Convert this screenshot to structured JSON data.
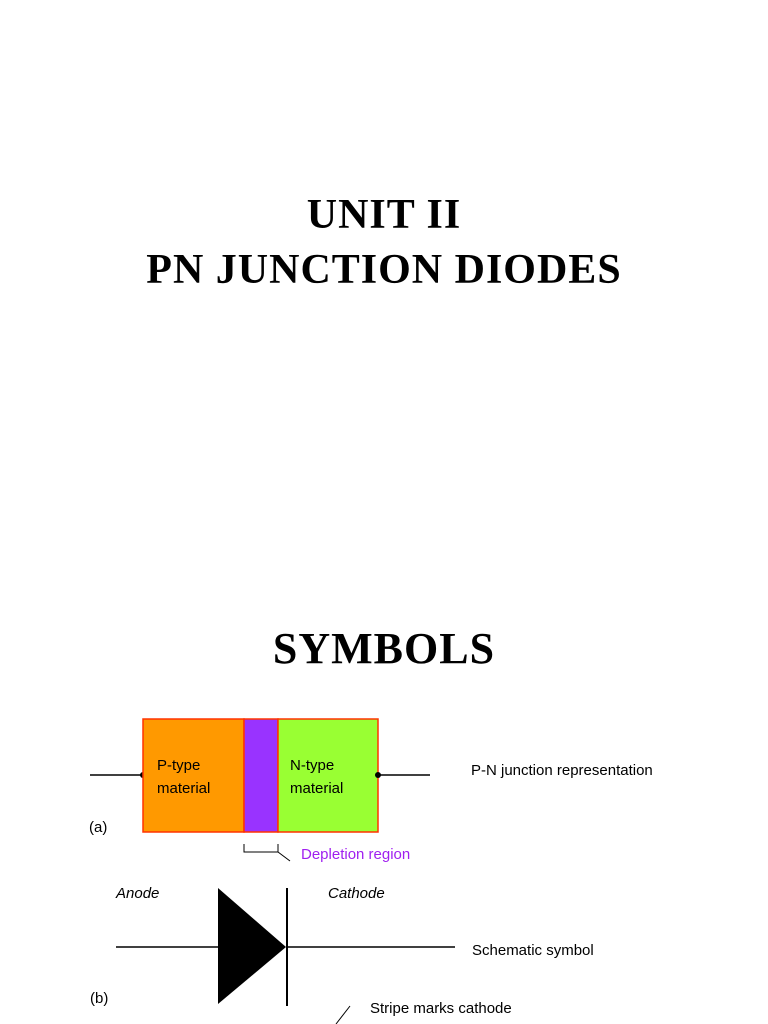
{
  "titles": {
    "line1": "Unit II",
    "line2": "PN Junction Diodes",
    "section": "Symbols"
  },
  "diagram_a": {
    "panel_label": "(a)",
    "p_region": "P-type\nmaterial",
    "p_line1": "P-type",
    "p_line2": "material",
    "n_line1": "N-type",
    "n_line2": "material",
    "representation_label": "P-N junction representation",
    "depletion_label": "Depletion region",
    "colors": {
      "p_fill": "#ff9900",
      "depletion_fill": "#9933ff",
      "n_fill": "#99ff33",
      "border": "#ff3300",
      "depletion_text": "#a020f0"
    }
  },
  "diagram_b": {
    "panel_label": "(b)",
    "anode_label": "Anode",
    "cathode_label": "Cathode",
    "symbol_label": "Schematic symbol",
    "stripe_label": "Stripe marks cathode"
  }
}
